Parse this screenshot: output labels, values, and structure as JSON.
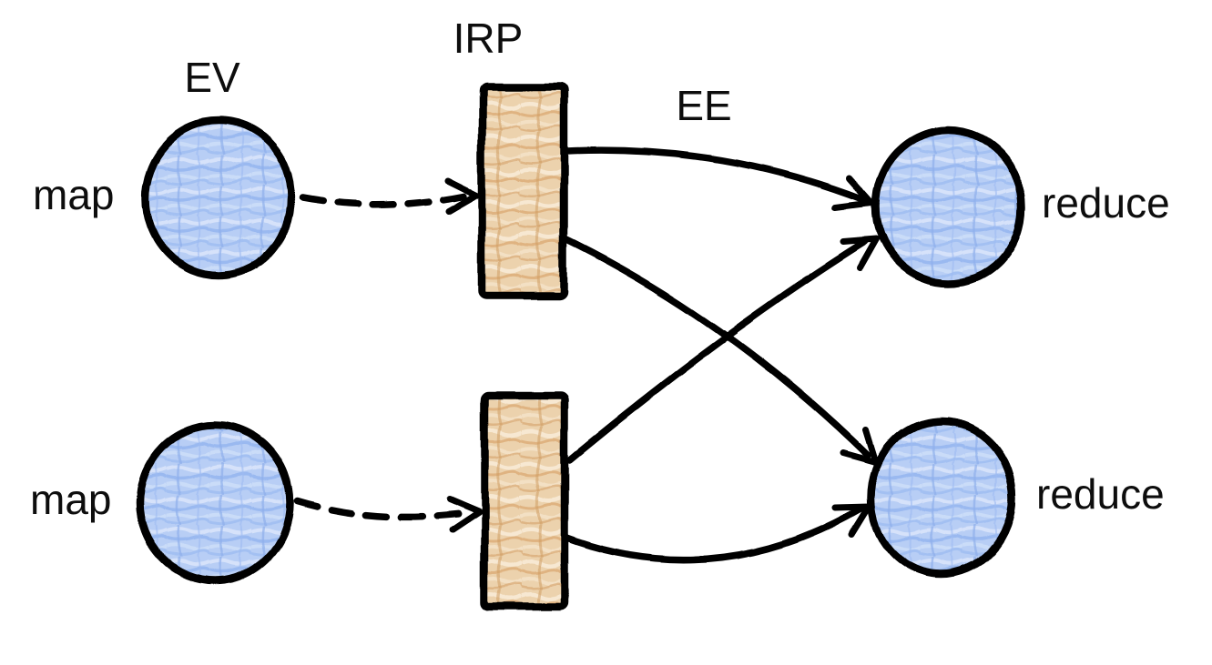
{
  "diagram": {
    "title_hint": "map-reduce dataflow sketch",
    "labels": {
      "ev": "EV",
      "irp": "IRP",
      "ee": "EE",
      "map_top": "map",
      "map_bottom": "map",
      "reduce_top": "reduce",
      "reduce_bottom": "reduce"
    },
    "nodes": [
      {
        "id": "map-top",
        "label": "map",
        "shape": "circle",
        "fill": "#b8cef5"
      },
      {
        "id": "map-bottom",
        "label": "map",
        "shape": "circle",
        "fill": "#b8cef5"
      },
      {
        "id": "irp-top",
        "label": "",
        "shape": "rect",
        "fill": "#ecd2ad"
      },
      {
        "id": "irp-bottom",
        "label": "",
        "shape": "rect",
        "fill": "#ecd2ad"
      },
      {
        "id": "reduce-top",
        "label": "reduce",
        "shape": "circle",
        "fill": "#b8cef5"
      },
      {
        "id": "reduce-bottom",
        "label": "reduce",
        "shape": "circle",
        "fill": "#b8cef5"
      }
    ],
    "edges": [
      {
        "from": "map-top",
        "to": "irp-top",
        "style": "dashed"
      },
      {
        "from": "map-bottom",
        "to": "irp-bottom",
        "style": "dashed"
      },
      {
        "from": "irp-top",
        "to": "reduce-top",
        "style": "solid"
      },
      {
        "from": "irp-top",
        "to": "reduce-bottom",
        "style": "solid"
      },
      {
        "from": "irp-bottom",
        "to": "reduce-top",
        "style": "solid"
      },
      {
        "from": "irp-bottom",
        "to": "reduce-bottom",
        "style": "solid"
      }
    ],
    "annotations": [
      {
        "text": "EV",
        "points_to": "map circles (vertices)"
      },
      {
        "text": "IRP",
        "points_to": "intermediate rectangles"
      },
      {
        "text": "EE",
        "points_to": "solid edges to reduce"
      }
    ],
    "colors": {
      "background": "#ffffff",
      "stroke": "#000000",
      "text": "#0d0d0d",
      "node_fill": "#b8cef5",
      "node_scribble_dark": "#8fb0ec",
      "node_scribble_light": "#d6e2fa",
      "buffer_fill": "#ecd2ad",
      "buffer_streak_dark": "#d9a873",
      "buffer_streak_light": "#f7e8d2"
    }
  }
}
